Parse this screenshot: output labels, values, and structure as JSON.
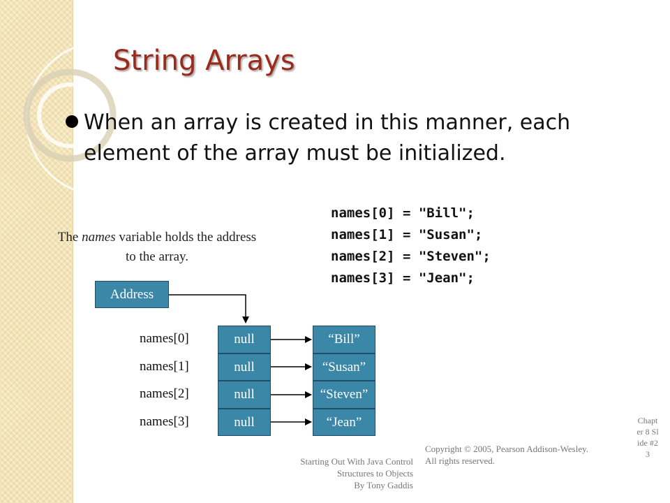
{
  "slide": {
    "title": "String Arrays",
    "bullet": "When an array is created in this manner, each element of the array must be initialized."
  },
  "code": {
    "lines": [
      "names[0] = \"Bill\";",
      "names[1] = \"Susan\";",
      "names[2] = \"Steven\";",
      "names[3] = \"Jean\";"
    ]
  },
  "diagram": {
    "note_pre": "The ",
    "note_em": "names",
    "note_post": " variable holds the address to the array.",
    "address_label": "Address",
    "indices": [
      "names[0]",
      "names[1]",
      "names[2]",
      "names[3]"
    ],
    "slots": [
      "null",
      "null",
      "null",
      "null"
    ],
    "strings": [
      "“Bill”",
      "“Susan”",
      "“Steven”",
      "“Jean”"
    ]
  },
  "footer": {
    "book_line1": "Starting Out With Java Control",
    "book_line2": "Structures to Objects",
    "book_line3": "By Tony Gaddis",
    "copyright": "Copyright © 2005, Pearson Addison-Wesley. All rights reserved.",
    "chapter_slide": "Chapter 8 Slide #23"
  },
  "colors": {
    "box_fill": "#3a87a8",
    "title": "#9b2a1b"
  }
}
